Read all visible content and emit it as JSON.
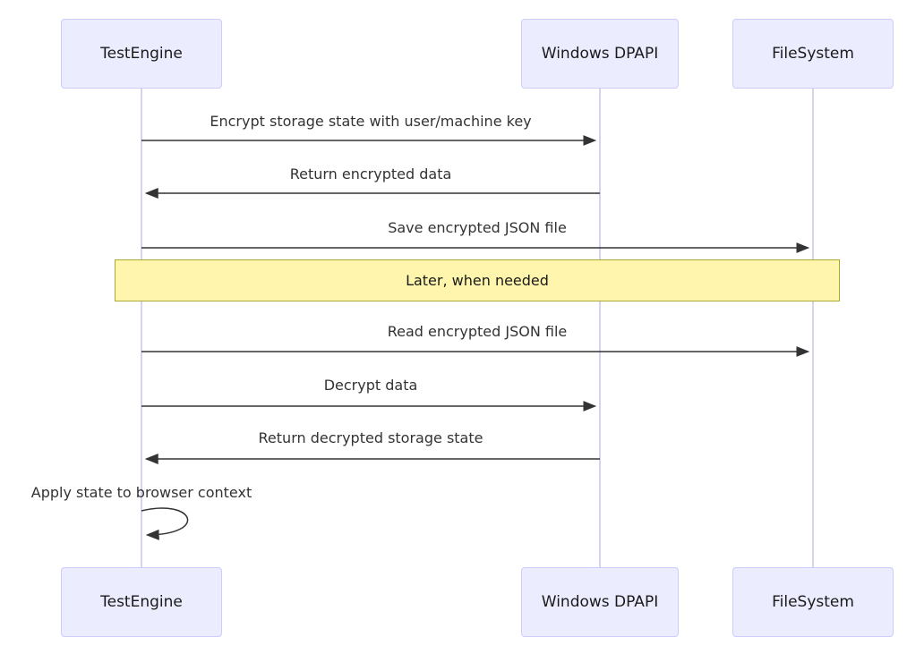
{
  "diagram": {
    "type": "sequence-diagram",
    "actors": [
      {
        "id": "testengine",
        "label": "TestEngine"
      },
      {
        "id": "dpapi",
        "label": "Windows DPAPI"
      },
      {
        "id": "filesystem",
        "label": "FileSystem"
      }
    ],
    "messages": [
      {
        "from": "testengine",
        "to": "dpapi",
        "label": "Encrypt storage state with user/machine key",
        "line": "solid",
        "arrow": "filled"
      },
      {
        "from": "dpapi",
        "to": "testengine",
        "label": "Return encrypted data",
        "line": "solid",
        "arrow": "filled"
      },
      {
        "from": "testengine",
        "to": "filesystem",
        "label": "Save encrypted JSON file",
        "line": "solid",
        "arrow": "filled"
      },
      {
        "type": "note-over-all",
        "label": "Later, when needed"
      },
      {
        "from": "testengine",
        "to": "filesystem",
        "label": "Read encrypted JSON file",
        "line": "solid",
        "arrow": "filled"
      },
      {
        "from": "testengine",
        "to": "dpapi",
        "label": "Decrypt data",
        "line": "solid",
        "arrow": "filled"
      },
      {
        "from": "dpapi",
        "to": "testengine",
        "label": "Return decrypted storage state",
        "line": "solid",
        "arrow": "filled"
      },
      {
        "from": "testengine",
        "to": "testengine",
        "label": "Apply state to browser context",
        "line": "solid-self-loop",
        "arrow": "filled"
      }
    ],
    "colors": {
      "actor_fill": "#ECECFF",
      "actor_border": "#CCCCFF",
      "lifeline": "#D9D2EC",
      "message_line": "#333333",
      "note_fill": "#FFF5AD",
      "note_border": "#AAAA33",
      "text": "#333333",
      "actor_text": "#1a1a1a"
    }
  }
}
